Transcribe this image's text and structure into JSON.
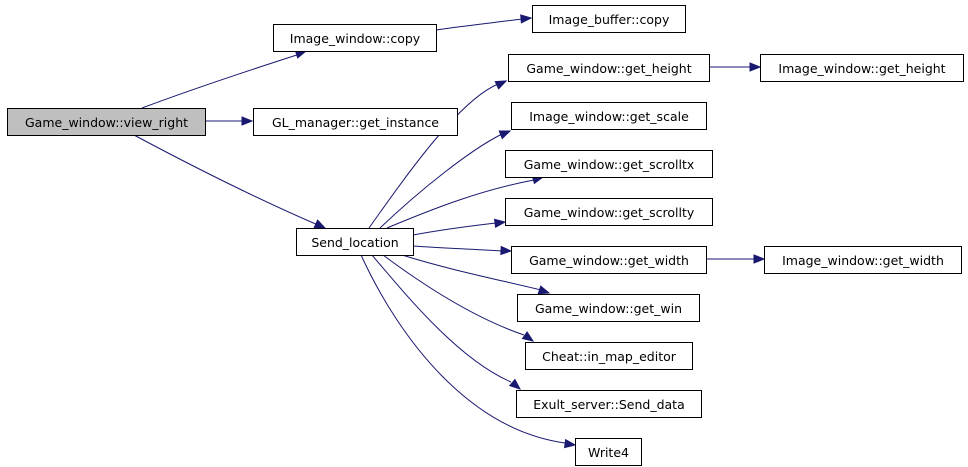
{
  "graph": {
    "type": "call-graph",
    "edge_color": "#191970",
    "root_fill": "#bfbfbf",
    "nodes": [
      {
        "id": "view_right",
        "label": "Game_window::view_right",
        "root": true
      },
      {
        "id": "img_copy",
        "label": "Image_window::copy"
      },
      {
        "id": "buf_copy",
        "label": "Image_buffer::copy"
      },
      {
        "id": "gl_inst",
        "label": "GL_manager::get_instance"
      },
      {
        "id": "send_loc",
        "label": "Send_location"
      },
      {
        "id": "gw_height",
        "label": "Game_window::get_height"
      },
      {
        "id": "iw_height",
        "label": "Image_window::get_height"
      },
      {
        "id": "iw_scale",
        "label": "Image_window::get_scale"
      },
      {
        "id": "gw_scrolltx",
        "label": "Game_window::get_scrolltx"
      },
      {
        "id": "gw_scrollty",
        "label": "Game_window::get_scrollty"
      },
      {
        "id": "gw_width",
        "label": "Game_window::get_width"
      },
      {
        "id": "iw_width",
        "label": "Image_window::get_width"
      },
      {
        "id": "gw_win",
        "label": "Game_window::get_win"
      },
      {
        "id": "cheat_map",
        "label": "Cheat::in_map_editor"
      },
      {
        "id": "exult_send",
        "label": "Exult_server::Send_data"
      },
      {
        "id": "write4",
        "label": "Write4"
      }
    ],
    "edges": [
      {
        "from": "view_right",
        "to": "img_copy"
      },
      {
        "from": "view_right",
        "to": "gl_inst"
      },
      {
        "from": "view_right",
        "to": "send_loc"
      },
      {
        "from": "img_copy",
        "to": "buf_copy"
      },
      {
        "from": "send_loc",
        "to": "gw_height"
      },
      {
        "from": "send_loc",
        "to": "iw_scale"
      },
      {
        "from": "send_loc",
        "to": "gw_scrolltx"
      },
      {
        "from": "send_loc",
        "to": "gw_scrollty"
      },
      {
        "from": "send_loc",
        "to": "gw_width"
      },
      {
        "from": "send_loc",
        "to": "gw_win"
      },
      {
        "from": "send_loc",
        "to": "cheat_map"
      },
      {
        "from": "send_loc",
        "to": "exult_send"
      },
      {
        "from": "send_loc",
        "to": "write4"
      },
      {
        "from": "gw_height",
        "to": "iw_height"
      },
      {
        "from": "gw_width",
        "to": "iw_width"
      }
    ]
  }
}
